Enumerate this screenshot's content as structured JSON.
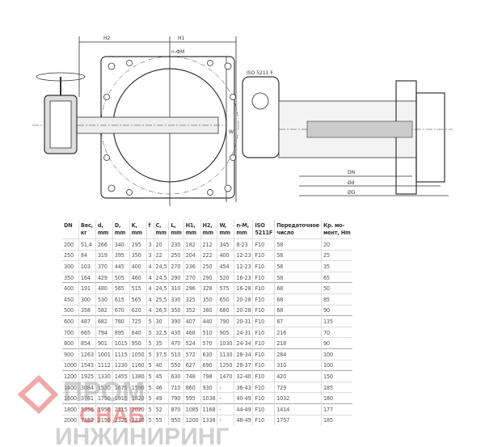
{
  "drawing": {
    "labels": {
      "h2": "H2",
      "h1": "H1",
      "n_m": "n-ФM",
      "w": "W",
      "iso": "ISO 5211 F",
      "dn": "DN",
      "d": "Ød",
      "D": "ØD"
    }
  },
  "table": {
    "headers": [
      [
        "DN",
        ""
      ],
      [
        "Вес,",
        "кг"
      ],
      [
        "d,",
        "mm"
      ],
      [
        "D,",
        "mm"
      ],
      [
        "K,",
        "mm"
      ],
      [
        "f",
        ""
      ],
      [
        "C,",
        "mm"
      ],
      [
        "L,",
        "mm"
      ],
      [
        "H1,",
        "mm"
      ],
      [
        "H2,",
        "mm"
      ],
      [
        "W,",
        "mm"
      ],
      [
        "n-M,",
        "mm"
      ],
      [
        "ISO",
        "5211F"
      ],
      [
        "Передаточное",
        "число"
      ],
      [
        "Кр. мо-",
        "мент, Hm"
      ]
    ],
    "rows": [
      [
        "200",
        "51,4",
        "266",
        "340",
        "295",
        "3",
        "20",
        "230",
        "182",
        "212",
        "345",
        "8-23",
        "F10",
        "58",
        "20"
      ],
      [
        "250",
        "84",
        "319",
        "395",
        "350",
        "3",
        "22",
        "250",
        "204",
        "222",
        "400",
        "12-23",
        "F10",
        "58",
        "25"
      ],
      [
        "300",
        "103",
        "370",
        "445",
        "400",
        "4",
        "24,5",
        "270",
        "236",
        "250",
        "454",
        "12-23",
        "F10",
        "58",
        "35"
      ],
      [
        "350",
        "164",
        "429",
        "505",
        "460",
        "4",
        "24,5",
        "290",
        "270",
        "290",
        "520",
        "16-23",
        "F10",
        "58",
        "65"
      ],
      [
        "400",
        "191",
        "480",
        "565",
        "515",
        "4",
        "24,5",
        "310",
        "296",
        "328",
        "575",
        "16-28",
        "F10",
        "68",
        "50"
      ],
      [
        "450",
        "300",
        "530",
        "615",
        "565",
        "4",
        "25,5",
        "330",
        "325",
        "350",
        "650",
        "20-28",
        "F10",
        "68",
        "85"
      ],
      [
        "500",
        "358",
        "582",
        "670",
        "620",
        "4",
        "26,5",
        "350",
        "352",
        "380",
        "680",
        "20-28",
        "F10",
        "68",
        "90"
      ],
      [
        "600",
        "487",
        "682",
        "780",
        "725",
        "5",
        "30",
        "390",
        "407",
        "440",
        "790",
        "20-31",
        "F10",
        "67",
        "135"
      ],
      [
        "700",
        "665",
        "794",
        "895",
        "840",
        "5",
        "32,5",
        "430",
        "468",
        "510",
        "905",
        "24-31",
        "F10",
        "216",
        "70"
      ],
      [
        "800",
        "854",
        "901",
        "1015",
        "950",
        "5",
        "35",
        "470",
        "524",
        "570",
        "1030",
        "24-34",
        "F10",
        "218",
        "90"
      ],
      [
        "900",
        "1263",
        "1001",
        "1115",
        "1050",
        "5",
        "37,5",
        "510",
        "572",
        "630",
        "1130",
        "28-34",
        "F10",
        "284",
        "100"
      ],
      [
        "1000",
        "1543",
        "1112",
        "1230",
        "1160",
        "5",
        "40",
        "550",
        "627",
        "690",
        "1250",
        "28-37",
        "F10",
        "310",
        "100"
      ],
      [
        "1200",
        "1925",
        "1330",
        "1455",
        "1380",
        "5",
        "45",
        "630",
        "748",
        "798",
        "1470",
        "32-40",
        "F10",
        "420",
        "150"
      ],
      [
        "1400",
        "3084",
        "1530",
        "1675",
        "1590",
        "5",
        "46",
        "710",
        "860",
        "930",
        "-",
        "36-43",
        "F10",
        "729",
        "185"
      ],
      [
        "1600",
        "3761",
        "1750",
        "1915",
        "1820",
        "5",
        "49",
        "790",
        "995",
        "1038",
        "-",
        "40-49",
        "F10",
        "1032",
        "180"
      ],
      [
        "1800",
        "5356",
        "1950",
        "2115",
        "2020",
        "5",
        "52",
        "870",
        "1085",
        "1168",
        "-",
        "44-49",
        "F10",
        "1414",
        "177"
      ],
      [
        "2000",
        "7382",
        "2150",
        "2325",
        "2230",
        "5",
        "55",
        "950",
        "1200",
        "1338",
        "-",
        "48-49",
        "F10",
        "1757",
        "185"
      ]
    ],
    "group_starts": [
      4,
      7,
      10,
      12,
      15
    ]
  },
  "watermark": {
    "line1": "ПРОМ",
    "line2": "СНАБ",
    "line3": "ИНЖИНИРИНГ",
    "color": "#e04040"
  }
}
